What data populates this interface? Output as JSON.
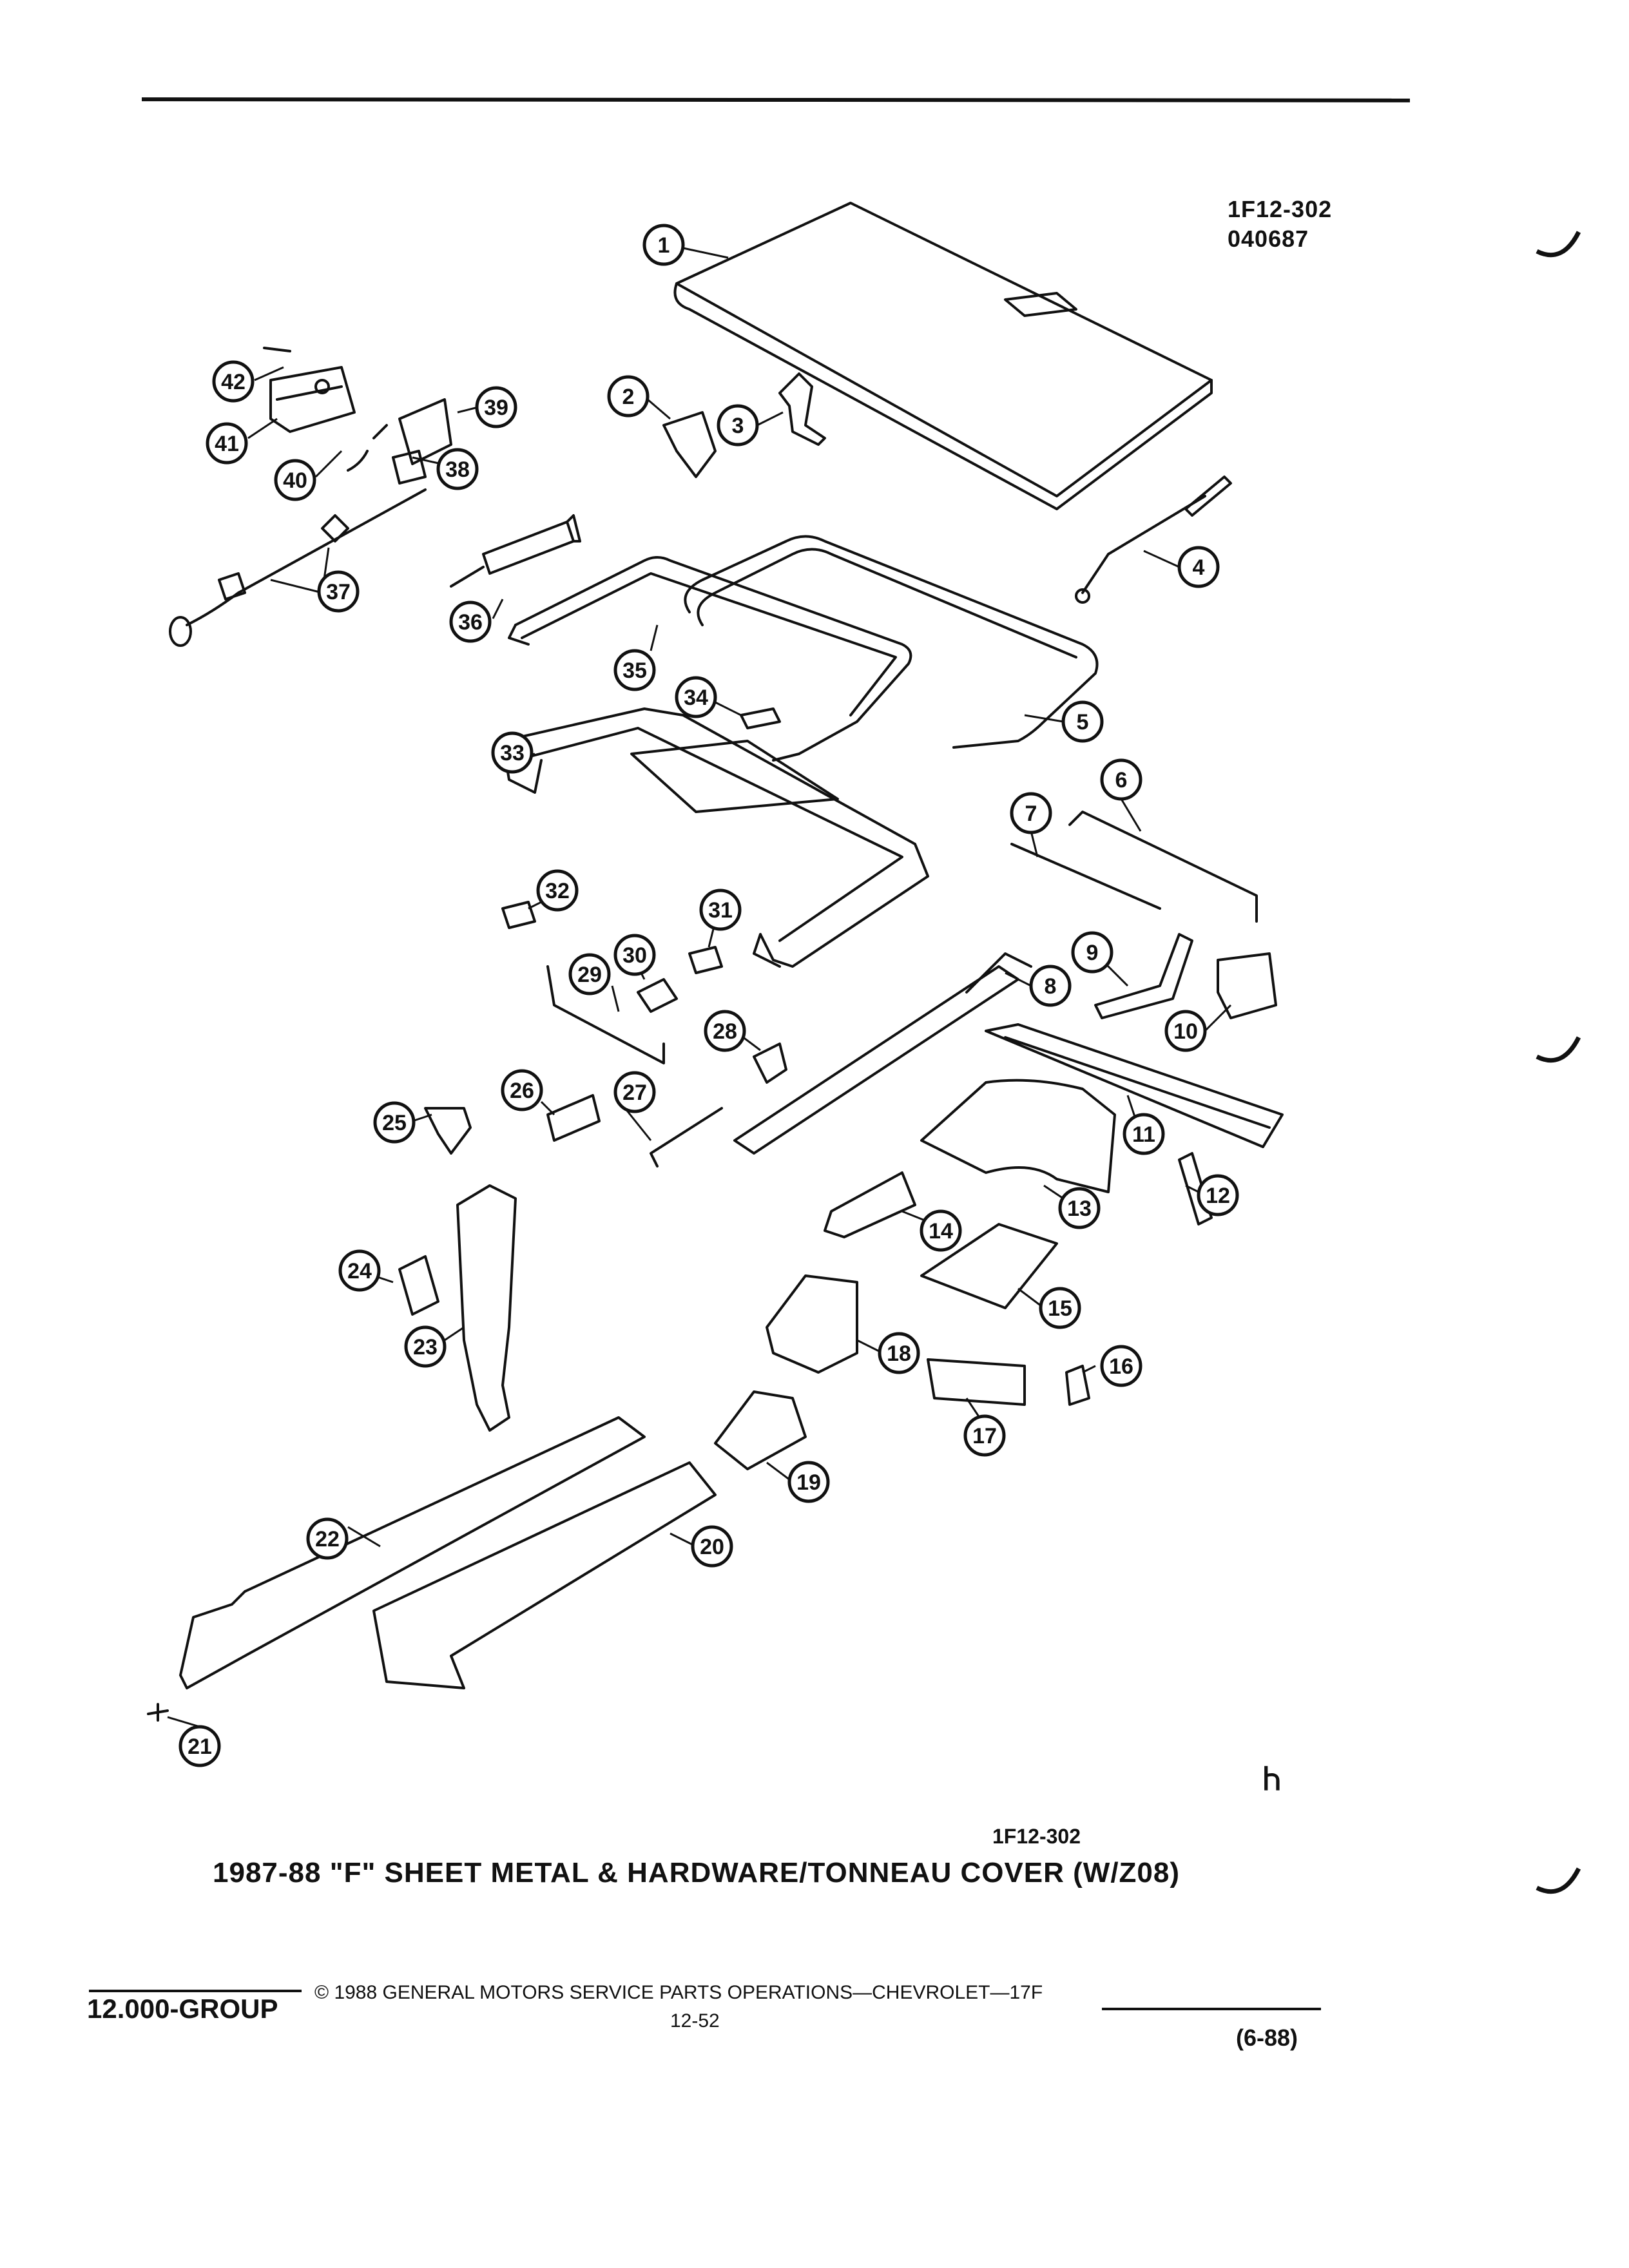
{
  "header": {
    "code": "1F12-302",
    "date_code": "040687"
  },
  "callouts": [
    "1",
    "2",
    "3",
    "4",
    "5",
    "6",
    "7",
    "8",
    "9",
    "10",
    "11",
    "12",
    "13",
    "14",
    "15",
    "16",
    "17",
    "18",
    "19",
    "20",
    "21",
    "22",
    "23",
    "24",
    "25",
    "26",
    "27",
    "28",
    "29",
    "30",
    "31",
    "32",
    "33",
    "34",
    "35",
    "36",
    "37",
    "38",
    "39",
    "40",
    "41",
    "42"
  ],
  "figure": {
    "code": "1F12-302",
    "title": "1987-88 \"F\" SHEET METAL & HARDWARE/TONNEAU COVER (W/Z08)"
  },
  "footer": {
    "group": "12.000-GROUP",
    "copyright": "© 1988 GENERAL MOTORS SERVICE PARTS OPERATIONS—CHEVROLET—17F",
    "page": "12-52",
    "date": "(6-88)",
    "mark": "Ⴙ"
  }
}
